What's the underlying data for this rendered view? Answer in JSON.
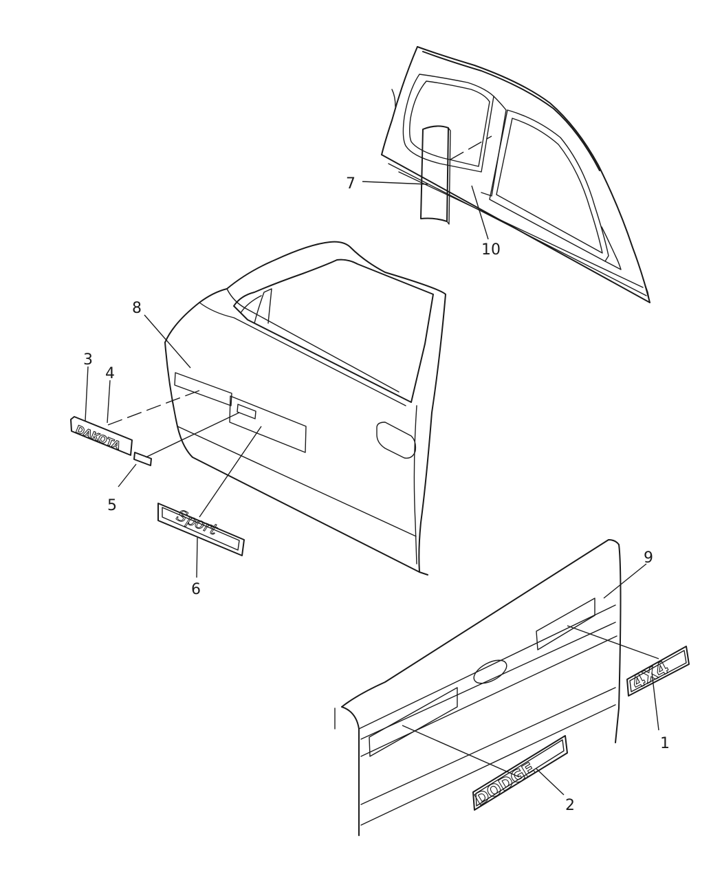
{
  "callouts": {
    "c1": "1",
    "c2": "2",
    "c3": "3",
    "c4": "4",
    "c5": "5",
    "c6": "6",
    "c7": "7",
    "c8": "8",
    "c9": "9",
    "c10": "10"
  },
  "badges": {
    "dakota": "DAKOTA",
    "four_by_four": "4X4",
    "dodge": "DODGE",
    "sport": "Sport"
  }
}
